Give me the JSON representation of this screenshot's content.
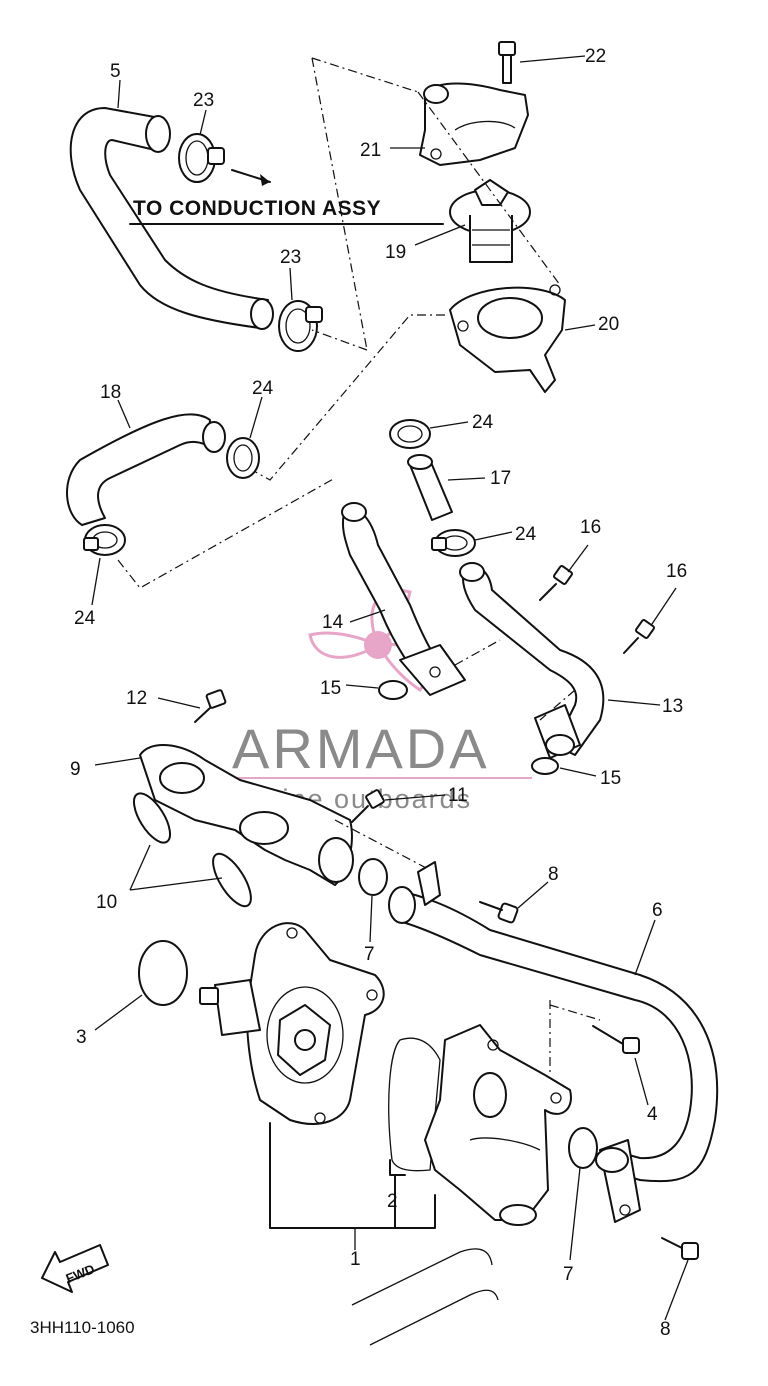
{
  "diagram": {
    "note": "TO CONDUCTION ASSY",
    "drawing_code": "3HH110-1060",
    "fwd_label": "FWD",
    "callouts": {
      "c1": "1",
      "c2": "2",
      "c3": "3",
      "c4": "4",
      "c5": "5",
      "c6": "6",
      "c7a": "7",
      "c7b": "7",
      "c8a": "8",
      "c8b": "8",
      "c9": "9",
      "c10": "10",
      "c11": "11",
      "c12": "12",
      "c13": "13",
      "c14": "14",
      "c15a": "15",
      "c15b": "15",
      "c16a": "16",
      "c16b": "16",
      "c17": "17",
      "c18": "18",
      "c19": "19",
      "c20": "20",
      "c21": "21",
      "c22": "22",
      "c23a": "23",
      "c23b": "23",
      "c24a": "24",
      "c24b": "24",
      "c24c": "24",
      "c24d": "24"
    }
  },
  "watermark": {
    "brand": "ARMADA",
    "tagline": "marine outboards",
    "brand_color": "#e7a6c8",
    "text_color": "#8a8a8a"
  }
}
